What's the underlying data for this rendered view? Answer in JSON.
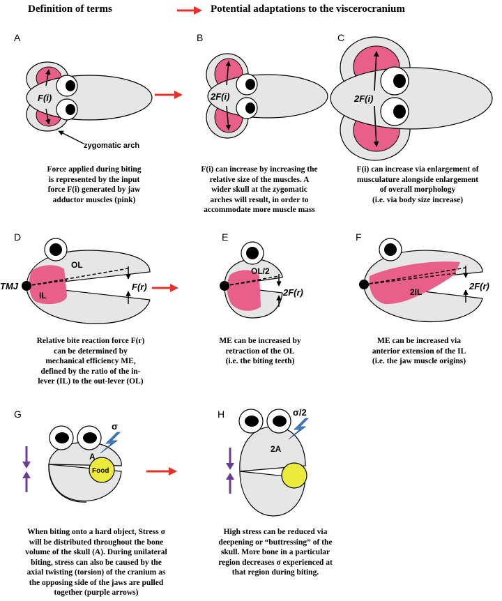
{
  "header": {
    "left": "Definition of terms",
    "right": "Potential adaptations to the viscerocranium"
  },
  "panels": {
    "A": {
      "letter": "A",
      "force_label": "F(i)",
      "arch_label": "zygomatic arch",
      "caption": [
        "Force applied during biting",
        "is represented by the input",
        "force F(i) generated by jaw",
        "adductor muscles (pink)"
      ]
    },
    "B": {
      "letter": "B",
      "force_label": "2F(i)",
      "caption": [
        "F(i) can increase by increasing the",
        "relative size of the muscles. A",
        "wider skull at the zygomatic",
        "arches will result, in order to",
        "accommodate more muscle mass"
      ]
    },
    "C": {
      "letter": "C",
      "force_label": "2F(i)",
      "caption": [
        "F(i) can increase via enlargement of",
        "musculature alongside enlargement",
        "of overall morphology",
        "(i.e. via body size increase)"
      ]
    },
    "D": {
      "letter": "D",
      "tmj_label": "TMJ",
      "ol_label": "OL",
      "il_label": "IL",
      "force_label": "F(r)",
      "caption": [
        "Relative bite reaction force F(r)",
        "can be determined by",
        "mechanical efficiency ME,",
        "defined by the ratio of the in-",
        "lever (IL) to the out-lever (OL)"
      ]
    },
    "E": {
      "letter": "E",
      "ol_label": "OL/2",
      "force_label": "2F(r)",
      "caption": [
        "ME can be increased by",
        "retraction of the OL",
        "(i.e. the biting teeth)"
      ]
    },
    "F": {
      "letter": "F",
      "il_label": "2IL",
      "force_label": "2F(r)",
      "caption": [
        "ME can be increased via",
        "anterior extension of the IL",
        "(i.e. the jaw muscle origins)"
      ]
    },
    "G": {
      "letter": "G",
      "stress_label": "σ",
      "area_label": "A",
      "food_label": "Food",
      "caption": [
        "When biting onto a hard object, Stress σ",
        "will be distributed throughout the bone",
        "volume of the skull (A). During unilateral",
        "biting, stress can also be caused by the",
        "axial twisting (torsion) of the cranium as",
        "the opposing side of the jaws are pulled",
        "together (purple arrows)"
      ]
    },
    "H": {
      "letter": "H",
      "stress_label": "σ/2",
      "area_label": "2A",
      "caption": [
        "High stress can be reduced via",
        "deepening or “buttressing” of the",
        "skull. More bone in a particular",
        "region decreases σ experienced at",
        "that region during biting."
      ]
    }
  },
  "colors": {
    "muscle": "#e8608a",
    "skull": "#e6e6e6",
    "arrow_red": "#e8302a",
    "purple": "#6a3d97",
    "bolt": "#3f7fc6",
    "food": "#ecea3c"
  }
}
